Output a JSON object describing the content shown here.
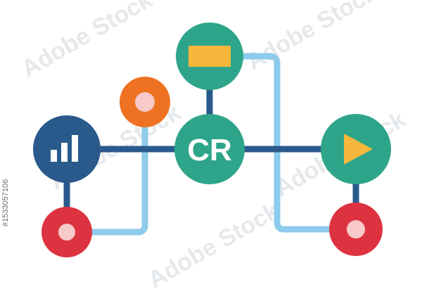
{
  "watermark": {
    "text": "Adobe Stock"
  },
  "stock_id": "#1533057106",
  "hub_label": "CR",
  "colors": {
    "navy": "#2a5a8c",
    "teal": "#2ea58a",
    "orange": "#ef7222",
    "red": "#dd3340",
    "yellow": "#f6b73c",
    "light_blue": "#8ecbec",
    "pink": "#f7c9c8"
  },
  "nodes": {
    "chart": {
      "icon": "bar-chart-icon"
    },
    "orange": {
      "icon": "dot-icon"
    },
    "top": {
      "icon": "rectangle-icon"
    },
    "hub": {
      "icon": "cr-monogram"
    },
    "play": {
      "icon": "play-icon"
    },
    "left_bottom": {
      "icon": "dot-icon"
    },
    "right_bottom": {
      "icon": "dot-icon"
    }
  }
}
